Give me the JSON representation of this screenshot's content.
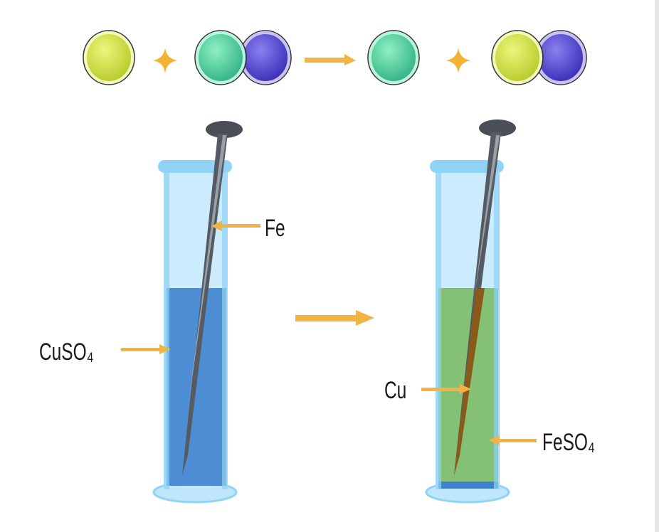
{
  "equation": {
    "atoms": [
      {
        "id": "reactant-atom",
        "color": "#d6e84a"
      },
      {
        "id": "reactant-molecule-left",
        "color": "#5fdca8"
      },
      {
        "id": "reactant-molecule-right",
        "color": "#5a4fd8"
      },
      {
        "id": "product-atom",
        "color": "#5fdca8"
      },
      {
        "id": "product-molecule-left",
        "color": "#d6e84a"
      },
      {
        "id": "product-molecule-right",
        "color": "#5a4fd8"
      }
    ],
    "operator_color": "#f2b233"
  },
  "labels": {
    "fe": "Fe",
    "cuso4": "CuSO₄",
    "cu": "Cu",
    "feso4": "FeSO₄"
  },
  "colors": {
    "tube": "#8fd3f7",
    "cuso4_solution": "#3f83cf",
    "feso4_solution": "#7fbf6e",
    "iron_nail": "#4a4f57",
    "copper_coating": "#8a5a1a",
    "arrow": "#f0b446"
  }
}
